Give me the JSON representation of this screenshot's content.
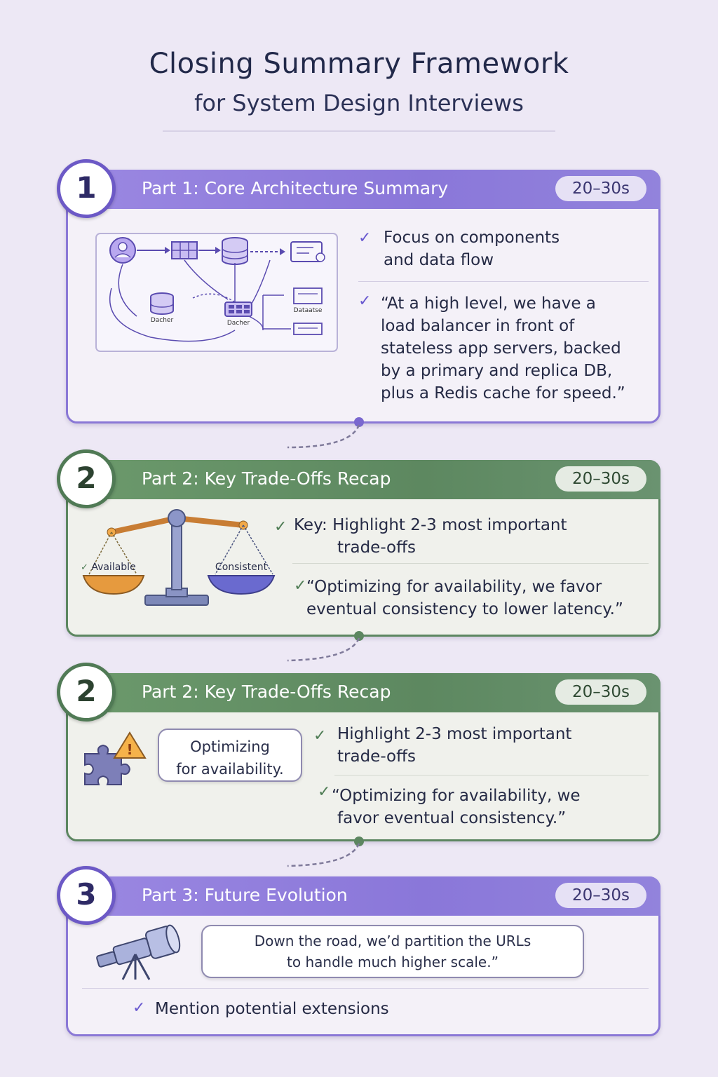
{
  "header": {
    "title": "Closing Summary Framework",
    "subtitle": "for System Design Interviews"
  },
  "sections": [
    {
      "number": "1",
      "title": "Part 1: Core Architecture Summary",
      "time": "20–30s",
      "color": "#8a78d6",
      "bullet1": "Focus on components and data flow",
      "bullet1_lines": [
        "Focus on components",
        "and data flow"
      ],
      "quote_lines": [
        "“At a high level, we have a",
        "load balancer in front of",
        "stateless app servers, backed",
        "by a primary and replica DB,",
        "plus a Redis cache for speed.”"
      ],
      "diagram_labels": {
        "left": "Dacher",
        "middle": "Dacher",
        "right": "Dataatse"
      },
      "icons": [
        "user-icon",
        "server-icon",
        "database-icon",
        "queue-icon",
        "document-icon"
      ]
    },
    {
      "number": "2",
      "title": "Part 2: Key Trade-Offs Recap",
      "time": "20–30s",
      "color": "#5c8660",
      "bullet1_lines": [
        "Key: Highlight 2-3 most important",
        "trade-offs"
      ],
      "quote_lines": [
        "“Optimizing for availability, we favor",
        "eventual consistency to lower latency.”"
      ],
      "scale_left": "Available",
      "scale_right": "Consistent",
      "icons": [
        "balance-scale-icon"
      ]
    },
    {
      "number": "2",
      "title": "Part 2: Key Trade-Offs Recap",
      "time": "20–30s",
      "color": "#5c8660",
      "bubble_lines": [
        "Optimizing",
        "for availability."
      ],
      "bullet1_lines": [
        "Highlight 2-3 most important",
        "trade-offs"
      ],
      "quote_lines": [
        "“Optimizing for availability, we",
        "favor eventual consistency.”"
      ],
      "icons": [
        "puzzle-warning-icon"
      ]
    },
    {
      "number": "3",
      "title": "Part 3: Future Evolution",
      "time": "20–30s",
      "color": "#8a78d6",
      "bubble_lines": [
        "Down the road, we’d partition the URLs",
        "to handle much higher scale.”"
      ],
      "bullet1": "Mention potential extensions",
      "icons": [
        "telescope-icon"
      ]
    }
  ]
}
